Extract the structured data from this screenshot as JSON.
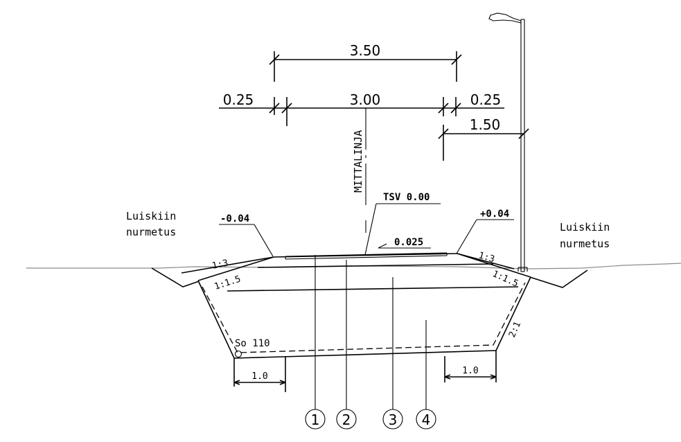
{
  "dimensions": {
    "top_width": "3.50",
    "shoulder_left": "0.25",
    "carriageway": "3.00",
    "shoulder_right": "0.25",
    "pole_offset": "1.50",
    "bottom_left": "1.0",
    "bottom_right": "1.0"
  },
  "labels": {
    "mittalinja": "MITTALINJA",
    "tsv": "TSV 0.00",
    "slope_left_pct": "-0.04",
    "slope_right_pct": "+0.04",
    "crossfall": "0.025",
    "verge_left_line1": "Luiskiin",
    "verge_left_line2": "nurmetus",
    "verge_right_line1": "Luiskiin",
    "verge_right_line2": "nurmetus",
    "slope_13_left": "1:3",
    "slope_115_left": "1:1.5",
    "slope_13_right": "1:3",
    "slope_115_right": "1:1.5",
    "slope_21": "2:1",
    "drain": "So 110"
  },
  "layers": [
    "1",
    "2",
    "3",
    "4"
  ]
}
